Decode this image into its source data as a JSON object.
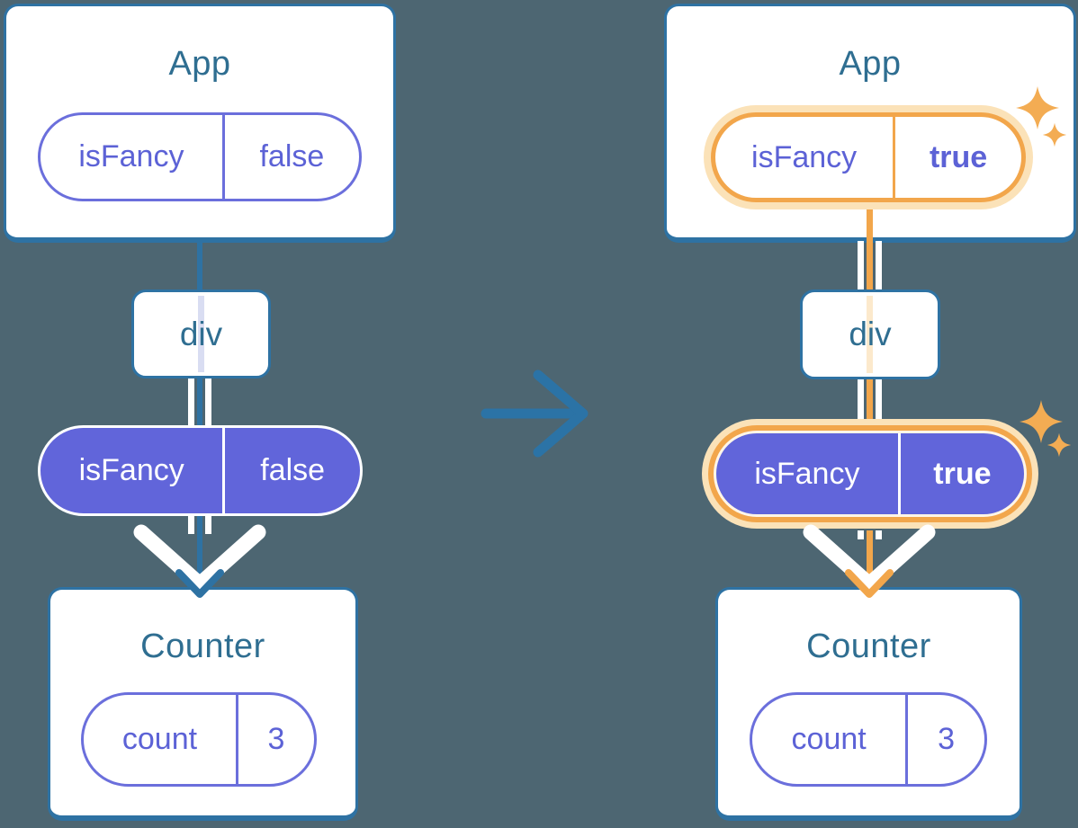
{
  "diagram_description": "Prop passing before/after diagram: App passes isFancy through div to Counter",
  "left": {
    "app": {
      "title": "App",
      "prop_name": "isFancy",
      "prop_value": "false"
    },
    "div_label": "div",
    "pill": {
      "prop_name": "isFancy",
      "prop_value": "false"
    },
    "counter": {
      "title": "Counter",
      "state_name": "count",
      "state_value": "3"
    }
  },
  "right": {
    "app": {
      "title": "App",
      "prop_name": "isFancy",
      "prop_value": "true"
    },
    "div_label": "div",
    "pill": {
      "prop_name": "isFancy",
      "prop_value": "true"
    },
    "counter": {
      "title": "Counter",
      "state_name": "count",
      "state_value": "3"
    }
  },
  "icons": {
    "transition_arrow": "right-arrow-icon",
    "flow_arrowhead_left": "down-arrowhead-icon",
    "flow_arrowhead_right": "down-arrowhead-icon",
    "sparkles": "sparkle-icon"
  },
  "colors": {
    "background": "#4D6672",
    "card_border": "#2E72A3",
    "heading_text": "#2F6E91",
    "pill_purple_fill": "#6165DA",
    "pill_purple_text": "#5C62D6",
    "highlight_orange": "#F2A64B",
    "highlight_halo": "#FBE2B8",
    "passthrough_lavender": "#D9DDF2",
    "passthrough_pale_orange": "#FCE9CC",
    "flow_white": "#FFFFFF",
    "transition_arrow_blue": "#2B73A6"
  }
}
